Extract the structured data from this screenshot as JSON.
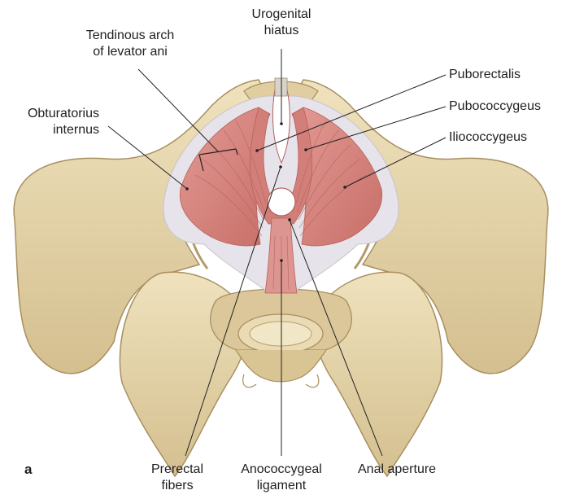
{
  "panel_letter": "a",
  "labels": {
    "urogenital_hiatus": [
      "Urogenital",
      "hiatus"
    ],
    "tendinous_arch": [
      "Tendinous arch",
      "of levator ani"
    ],
    "obturatorius_internus": [
      "Obturatorius",
      "internus"
    ],
    "puborectalis": [
      "Puborectalis"
    ],
    "pubococcygeus": [
      "Pubococcygeus"
    ],
    "iliococcygeus": [
      "Iliococcygeus"
    ],
    "prerectal_fibers": [
      "Prerectal",
      "fibers"
    ],
    "anococcygeal_ligament": [
      "Anococcygeal",
      "ligament"
    ],
    "anal_aperture": [
      "Anal aperture"
    ]
  },
  "colors": {
    "bone": "#e6d6ae",
    "bone_shadow": "#c9b385",
    "bone_dark": "#a88f60",
    "muscle": "#d98a84",
    "muscle_dark": "#b8605b",
    "fascia": "#e8e6ea",
    "leader": "#222222"
  }
}
